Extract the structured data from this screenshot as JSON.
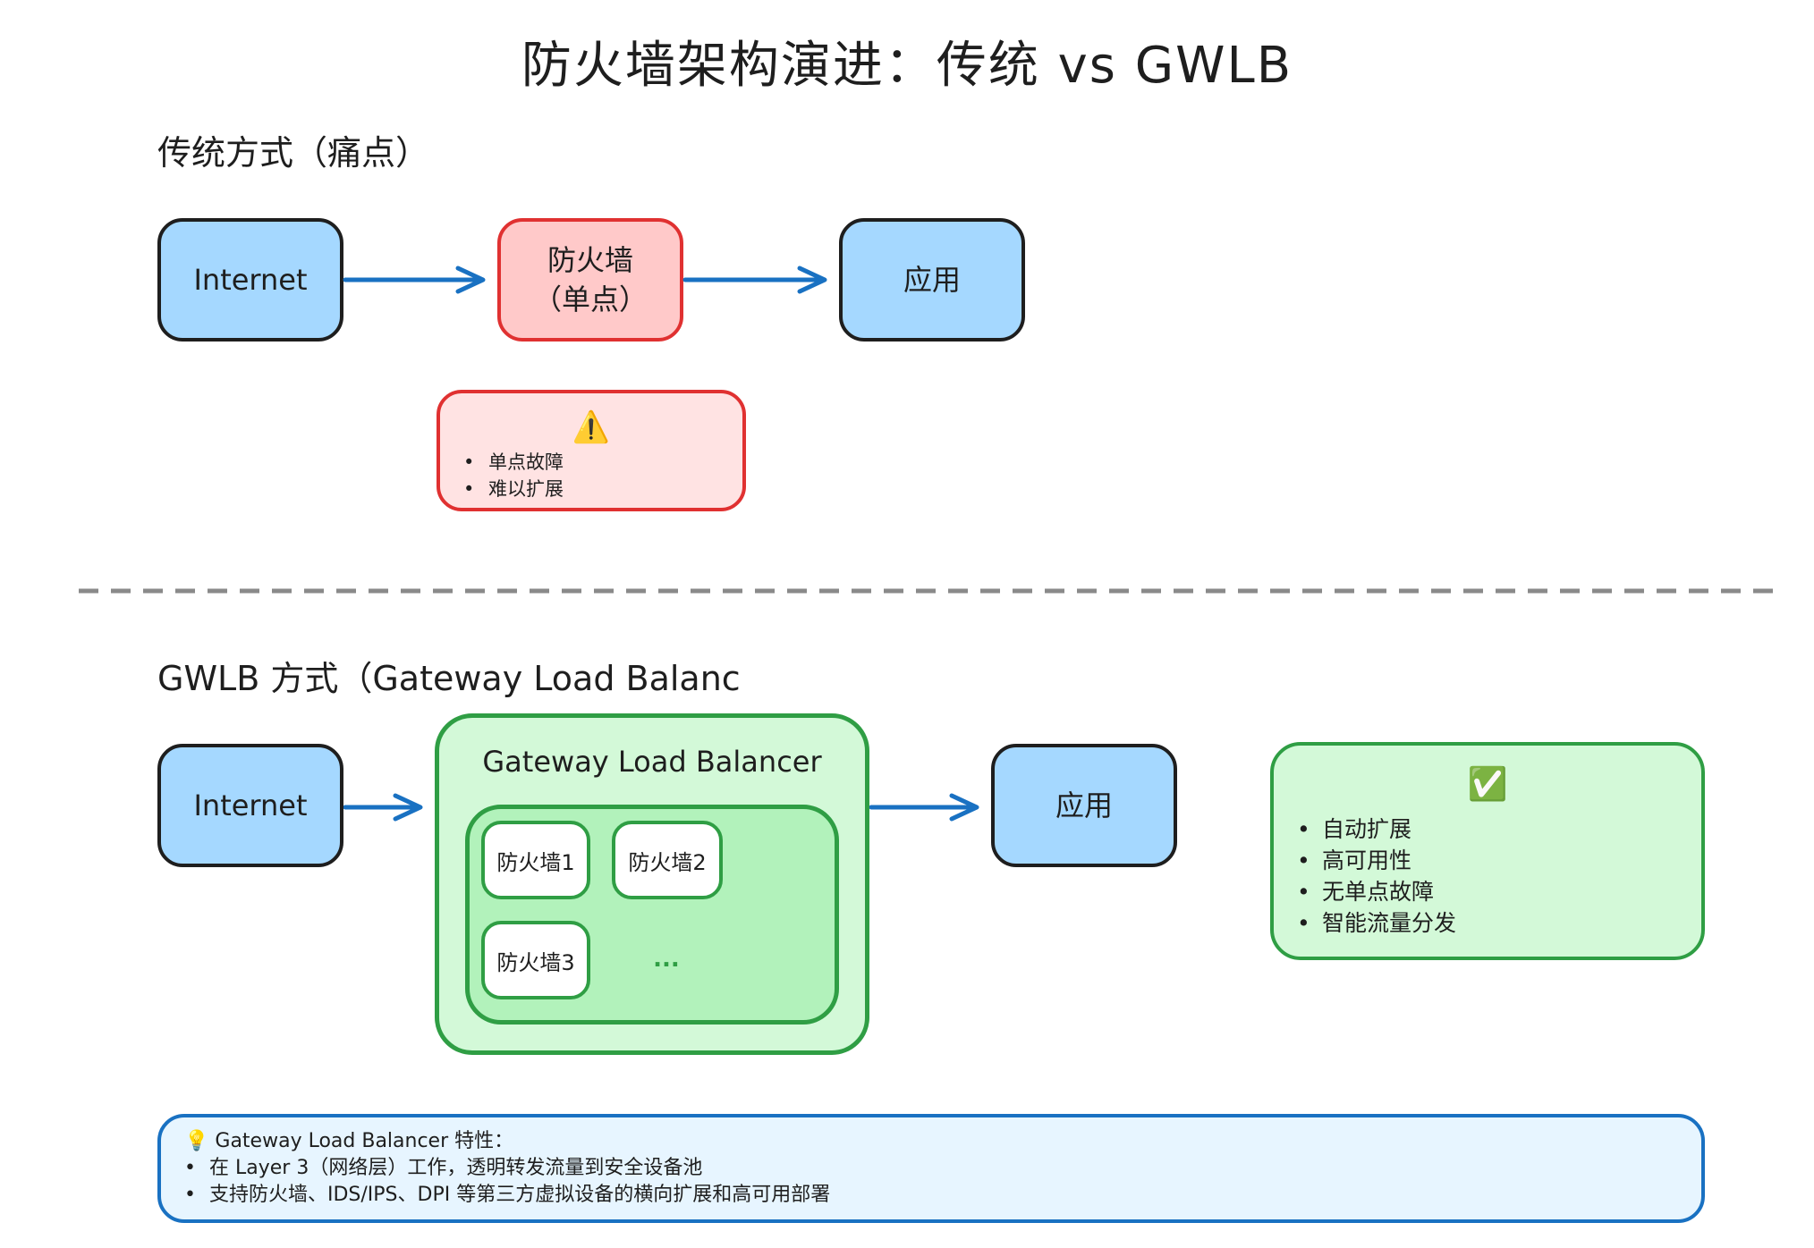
{
  "title": "防火墙架构演进：传统 vs GWLB",
  "traditional": {
    "heading": "传统方式（痛点）",
    "internet": "Internet",
    "firewall_line1": "防火墙",
    "firewall_line2": "（单点）",
    "app": "应用",
    "warning_icon": "⚠️",
    "pains": [
      "单点故障",
      "难以扩展"
    ]
  },
  "gwlb": {
    "heading": "GWLB 方式（Gateway Load Balanc",
    "internet": "Internet",
    "gwlb_label": "Gateway Load Balancer",
    "firewalls": [
      "防火墙1",
      "防火墙2",
      "防火墙3"
    ],
    "more": "...",
    "app": "应用",
    "check_icon": "✅",
    "benefits": [
      "自动扩展",
      "高可用性",
      "无单点故障",
      "智能流量分发"
    ]
  },
  "footer": {
    "bulb_icon": "💡",
    "title": "Gateway Load Balancer 特性：",
    "lines": [
      "在 Layer 3（网络层）工作，透明转发流量到安全设备池",
      "支持防火墙、IDS/IPS、DPI 等第三方虚拟设备的横向扩展和高可用部署"
    ]
  },
  "colors": {
    "blue_fill": "#a5d8ff",
    "red_fill": "#ffc9c9",
    "red_stroke": "#e03131",
    "green_stroke": "#2f9e44",
    "arrow": "#1971c2"
  }
}
